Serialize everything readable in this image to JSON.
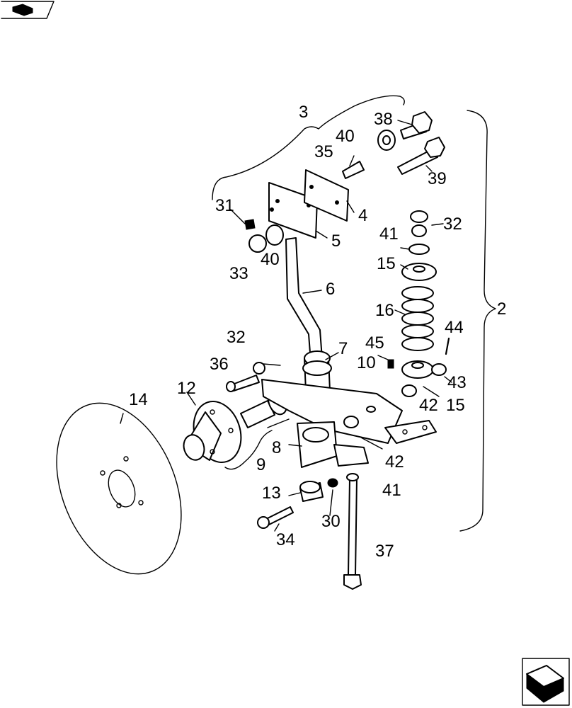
{
  "diagram": {
    "callouts": [
      {
        "id": "c3",
        "text": "3"
      },
      {
        "id": "c38",
        "text": "38"
      },
      {
        "id": "c40a",
        "text": "40"
      },
      {
        "id": "c35",
        "text": "35"
      },
      {
        "id": "c39",
        "text": "39"
      },
      {
        "id": "c31",
        "text": "31"
      },
      {
        "id": "c4",
        "text": "4"
      },
      {
        "id": "c32a",
        "text": "32"
      },
      {
        "id": "c41a",
        "text": "41"
      },
      {
        "id": "c5",
        "text": "5"
      },
      {
        "id": "c33",
        "text": "33"
      },
      {
        "id": "c40b",
        "text": "40"
      },
      {
        "id": "c15a",
        "text": "15"
      },
      {
        "id": "c6",
        "text": "6"
      },
      {
        "id": "c16",
        "text": "16"
      },
      {
        "id": "c2",
        "text": "2"
      },
      {
        "id": "c44",
        "text": "44"
      },
      {
        "id": "c32b",
        "text": "32"
      },
      {
        "id": "c45",
        "text": "45"
      },
      {
        "id": "c7",
        "text": "7"
      },
      {
        "id": "c36",
        "text": "36"
      },
      {
        "id": "c10",
        "text": "10"
      },
      {
        "id": "c43",
        "text": "43"
      },
      {
        "id": "c12",
        "text": "12"
      },
      {
        "id": "c14",
        "text": "14"
      },
      {
        "id": "c42a",
        "text": "42"
      },
      {
        "id": "c15b",
        "text": "15"
      },
      {
        "id": "c8",
        "text": "8"
      },
      {
        "id": "c42b",
        "text": "42"
      },
      {
        "id": "c9",
        "text": "9"
      },
      {
        "id": "c41b",
        "text": "41"
      },
      {
        "id": "c13",
        "text": "13"
      },
      {
        "id": "c30",
        "text": "30"
      },
      {
        "id": "c34",
        "text": "34"
      },
      {
        "id": "c37",
        "text": "37"
      }
    ]
  }
}
